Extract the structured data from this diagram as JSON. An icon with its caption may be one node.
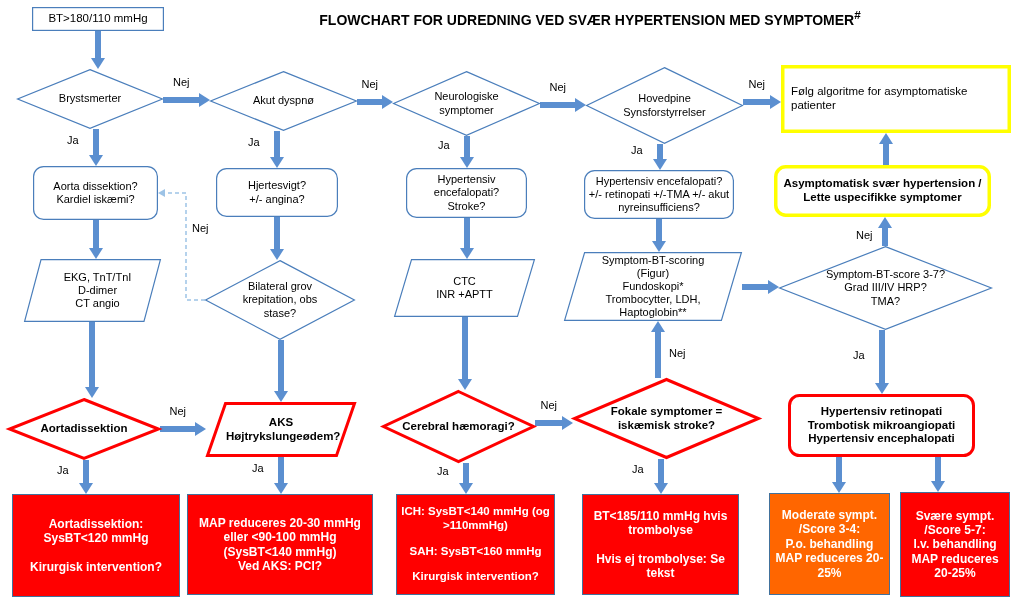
{
  "diagram": {
    "title": "FLOWCHART FOR UDREDNING VED SVÆR HYPERTENSION MED SYMPTOMER$^{#}$",
    "nodes": [
      {
        "text": [
          "BT>180/110 mmHg"
        ]
      },
      {
        "text": [
          "Brystsmerter"
        ]
      },
      {
        "text": [
          "Akut dyspnø"
        ]
      },
      {
        "text": [
          "Neurologiske symptomer"
        ]
      },
      {
        "text": [
          "Hovedpine",
          "Synsforstyrrelser"
        ]
      },
      {
        "text": [
          "Følg algoritme for asymptomatiske patienter"
        ]
      },
      {
        "text": [
          "Aorta dissektion?",
          "Kardiel iskæmi?"
        ]
      },
      {
        "text": [
          "Hjertesvigt?",
          "+/- angina?"
        ]
      },
      {
        "text": [
          "Hypertensiv encefalopati?",
          "Stroke?"
        ]
      },
      {
        "text": [
          "Hypertensiv encefalopati? +/- retinopati +/-TMA +/- akut nyreinsufficiens?"
        ]
      },
      {
        "text": [
          "Asymptomatisk svær hypertension / Lette uspecifikke symptomer"
        ]
      },
      {
        "text": [
          "EKG, TnT/TnI",
          "D-dimer",
          "CT angio"
        ]
      },
      {
        "text": [
          "Bilateral grov krepitation, obs stase?"
        ]
      },
      {
        "text": [
          "CTC",
          "INR +APTT"
        ]
      },
      {
        "text": [
          "Symptom-BT-scoring (Figur)",
          "Fundoskopi*",
          "Trombocytter, LDH, Haptoglobin**"
        ]
      },
      {
        "text": [
          "Symptom-BT-score 3-7?",
          "Grad III/IV HRP?",
          "TMA?"
        ]
      },
      {
        "text": [
          "Aortadissektion"
        ]
      },
      {
        "text": [
          "AKS",
          "Højtrykslungeødem?"
        ]
      },
      {
        "text": [
          "Cerebral hæmoragi?"
        ]
      },
      {
        "text": [
          "Fokale symptomer = iskæmisk stroke?"
        ]
      },
      {
        "text": [
          "Hypertensiv retinopati",
          "Trombotisk mikroangiopati",
          "Hypertensiv encephalopati"
        ]
      },
      {
        "text": [
          "Aortadissektion: SysBT<120 mmHg",
          "Kirurgisk intervention?"
        ]
      },
      {
        "text": [
          "MAP reduceres 20-30 mmHg eller <90-100 mmHg",
          "(SysBT<140 mmHg)",
          "Ved AKS: PCI?"
        ]
      },
      {
        "text": [
          "ICH: SysBT<140 mmHg (og >110mmHg)",
          "SAH: SysBT<160 mmHg",
          "Kirurgisk intervention?"
        ]
      },
      {
        "text": [
          "BT<185/110 mmHg hvis trombolyse",
          "Hvis ej trombolyse: Se tekst"
        ]
      },
      {
        "text": [
          "Moderate sympt. /Score 3-4:",
          "P.o. behandling",
          "MAP reduceres 20-25%"
        ]
      },
      {
        "text": [
          "Svære sympt. /Score 5-7:",
          "I.v. behandling",
          "MAP reduceres 20-25%"
        ]
      }
    ],
    "edges": [
      {
        "from": 0,
        "to": 1,
        "arrow": "to"
      },
      {
        "from": 1,
        "to": 2,
        "arrow": "to",
        "label": "Nej"
      },
      {
        "from": 2,
        "to": 3,
        "arrow": "to",
        "label": "Nej"
      },
      {
        "from": 3,
        "to": 4,
        "arrow": "to",
        "label": "Nej"
      },
      {
        "from": 4,
        "to": 5,
        "arrow": "to",
        "label": "Nej"
      },
      {
        "from": 1,
        "to": 6,
        "arrow": "to",
        "label": "Ja"
      },
      {
        "from": 2,
        "to": 7,
        "arrow": "to",
        "label": "Ja"
      },
      {
        "from": 3,
        "to": 8,
        "arrow": "to",
        "label": "Ja"
      },
      {
        "from": 4,
        "to": 9,
        "arrow": "to",
        "label": "Ja"
      },
      {
        "from": 6,
        "to": 11,
        "arrow": "to"
      },
      {
        "from": 7,
        "to": 12,
        "arrow": "to"
      },
      {
        "from": 8,
        "to": 13,
        "arrow": "to"
      },
      {
        "from": 9,
        "to": 14,
        "arrow": "to"
      },
      {
        "from": 12,
        "to": 6,
        "arrow": "to",
        "label": "Nej",
        "style": "dashed",
        "color": "#9dc3e6"
      },
      {
        "from": 11,
        "to": 16,
        "arrow": "to"
      },
      {
        "from": 12,
        "to": 17,
        "arrow": "to"
      },
      {
        "from": 13,
        "to": 18,
        "arrow": "to"
      },
      {
        "from": 14,
        "to": 15,
        "arrow": "to"
      },
      {
        "from": 15,
        "to": 10,
        "arrow": "to",
        "label": "Nej"
      },
      {
        "from": 10,
        "to": 5,
        "arrow": "to"
      },
      {
        "from": 15,
        "to": 20,
        "arrow": "to",
        "label": "Ja"
      },
      {
        "from": 16,
        "to": 17,
        "arrow": "to",
        "label": "Nej"
      },
      {
        "from": 16,
        "to": 21,
        "arrow": "to",
        "label": "Ja"
      },
      {
        "from": 17,
        "to": 22,
        "arrow": "to",
        "label": "Ja"
      },
      {
        "from": 18,
        "to": 19,
        "arrow": "to",
        "label": "Nej"
      },
      {
        "from": 18,
        "to": 23,
        "arrow": "to",
        "label": "Ja"
      },
      {
        "from": 19,
        "to": 14,
        "arrow": "to",
        "label": "Nej"
      },
      {
        "from": 19,
        "to": 24,
        "arrow": "to",
        "label": "Ja"
      },
      {
        "from": 20,
        "to": 25,
        "arrow": "to"
      },
      {
        "from": 20,
        "to": 26,
        "arrow": "to"
      }
    ]
  }
}
